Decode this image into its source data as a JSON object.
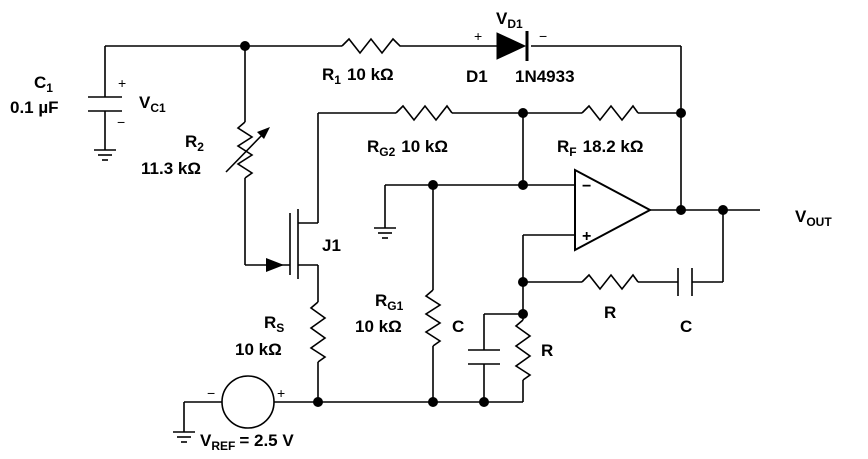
{
  "labels": {
    "c1_name": "C",
    "c1_sub": "1",
    "c1_value": "0.1 µF",
    "vc1_name": "V",
    "vc1_sub": "C1",
    "r1_name": "R",
    "r1_sub": "1",
    "r1_value": "10 kΩ",
    "vd1_name": "V",
    "vd1_sub": "D1",
    "d1_name": "D1",
    "d1_part": "1N4933",
    "r2_name": "R",
    "r2_sub": "2",
    "r2_value": "11.3 kΩ",
    "rg2_name": "R",
    "rg2_sub": "G2",
    "rg2_value": "10 kΩ",
    "rf_name": "R",
    "rf_sub": "F",
    "rf_value": "18.2 kΩ",
    "j1_name": "J1",
    "vout_name": "V",
    "vout_sub": "OUT",
    "rg1_name": "R",
    "rg1_sub": "G1",
    "rg1_value": "10 kΩ",
    "rs_name": "R",
    "rs_sub": "S",
    "rs_value": "10 kΩ",
    "c_shunt": "C",
    "r_shunt": "R",
    "r_fb": "R",
    "c_fb": "C",
    "vref_name": "V",
    "vref_sub": "REF",
    "vref_value": "= 2.5 V"
  },
  "signs": {
    "plus": "+",
    "minus": "−"
  }
}
